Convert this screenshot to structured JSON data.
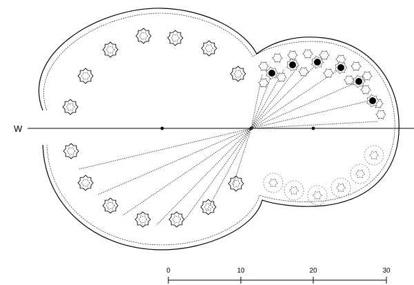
{
  "compass": {
    "west_label": "W"
  },
  "scale": {
    "ticks": [
      "0",
      "10",
      "20",
      "30"
    ]
  }
}
